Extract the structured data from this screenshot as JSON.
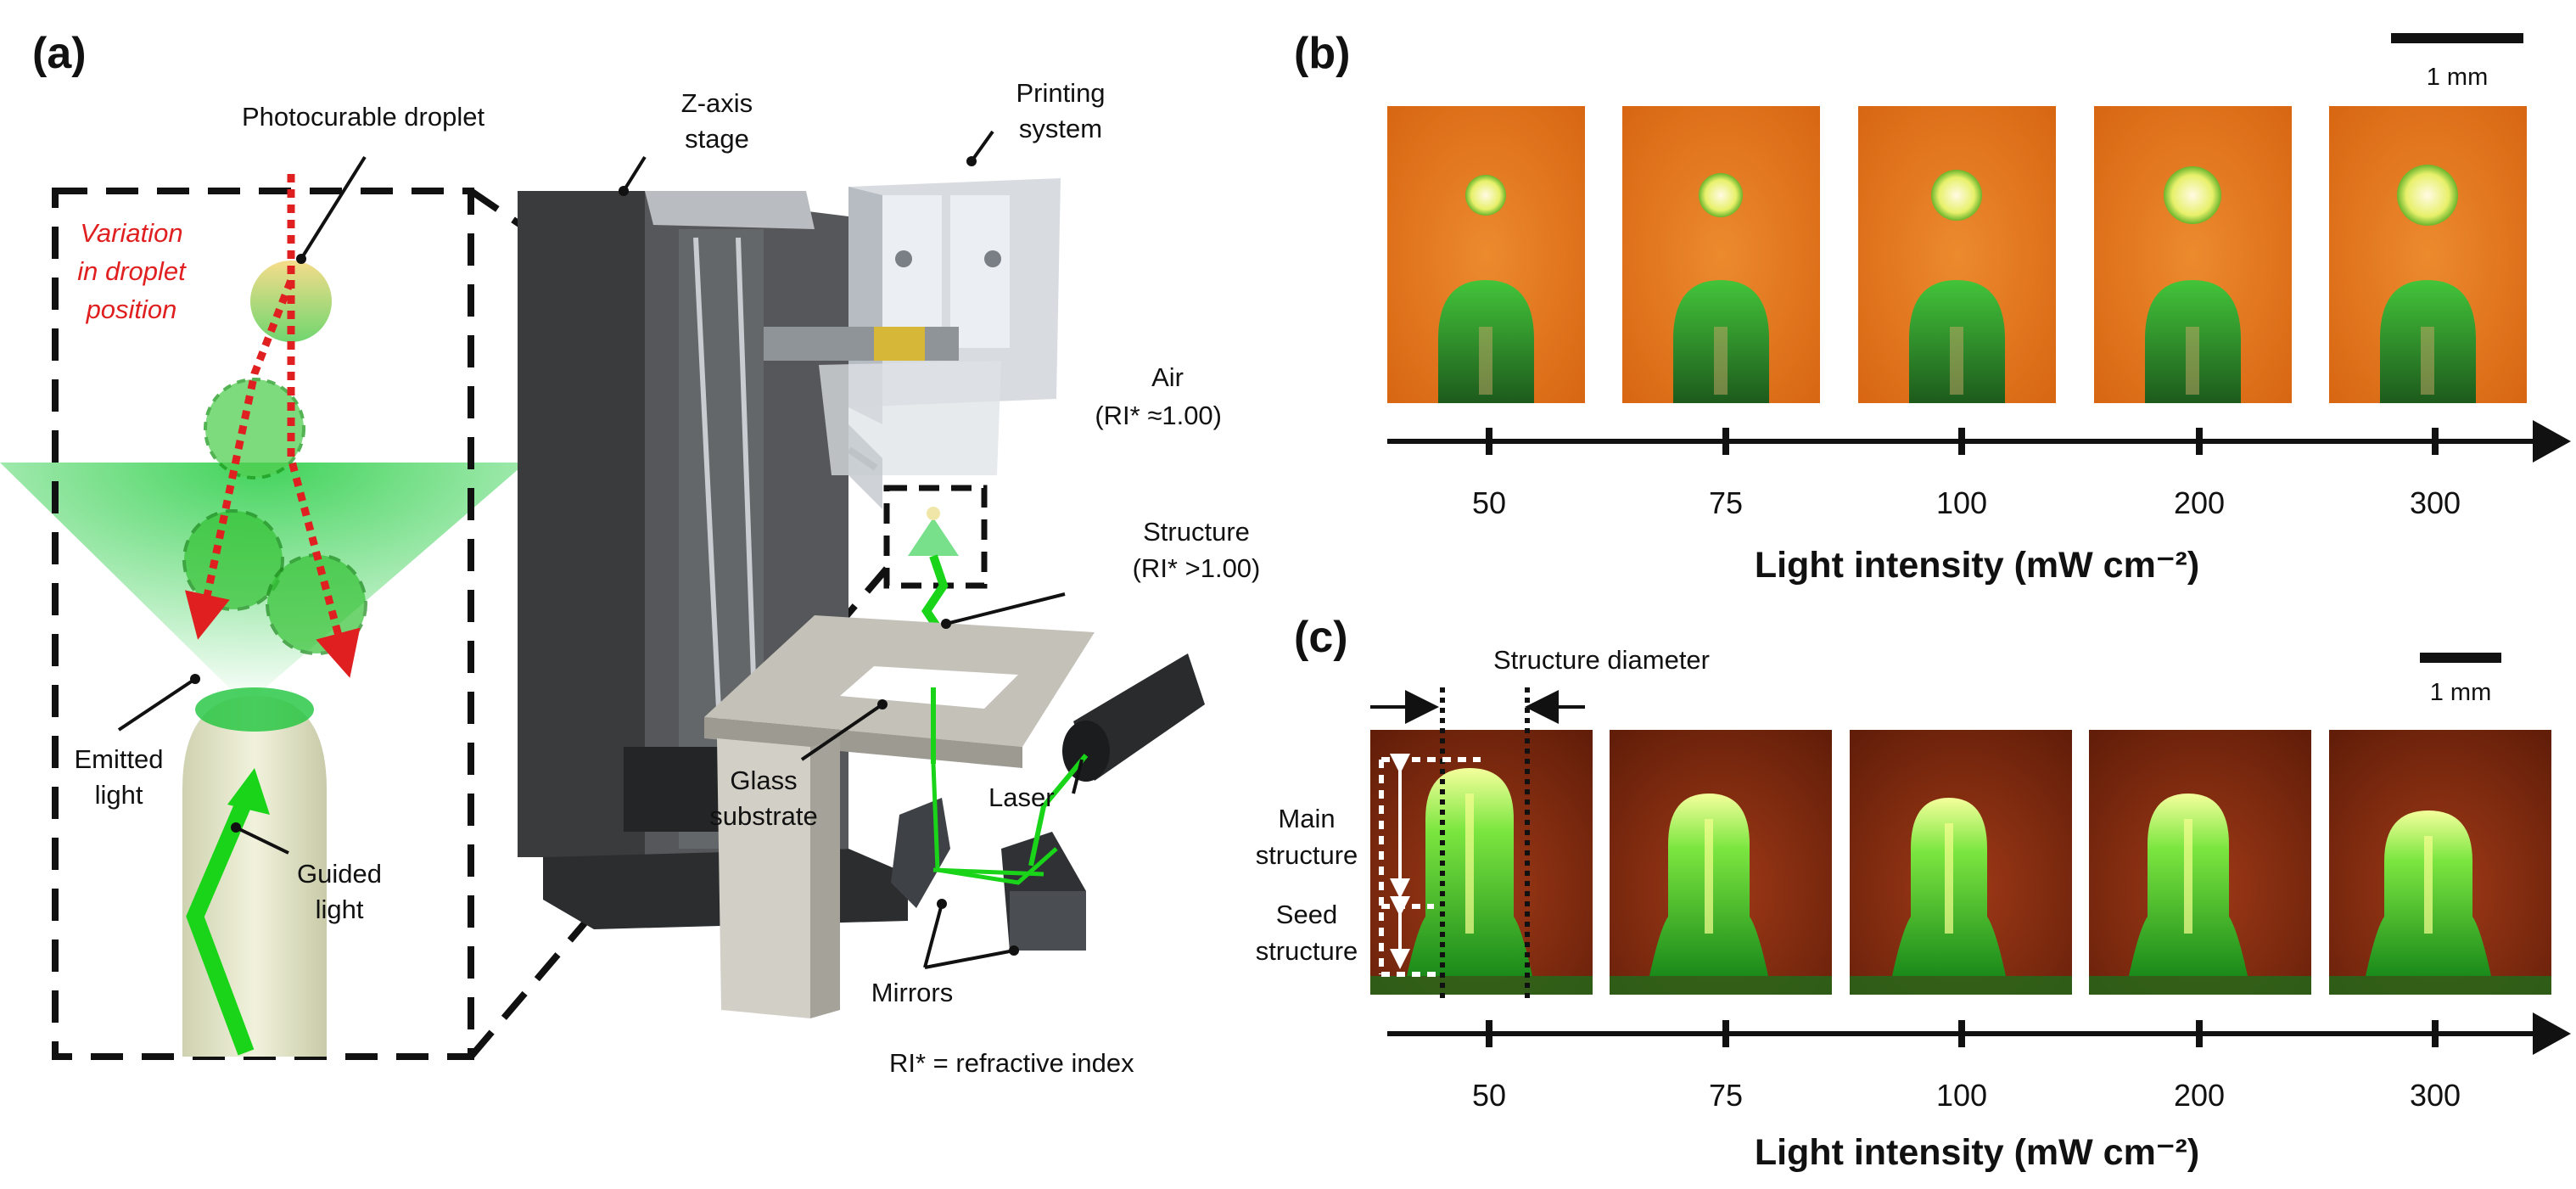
{
  "panels": {
    "a": {
      "letter": "(a)",
      "labels": {
        "photocurable_droplet": "Photocurable droplet",
        "variation_1": "Variation",
        "variation_2": "in droplet",
        "variation_3": "position",
        "emitted_1": "Emitted",
        "emitted_2": "light",
        "guided_1": "Guided",
        "guided_2": "light",
        "zaxis_1": "Z-axis",
        "zaxis_2": "stage",
        "printing_1": "Printing",
        "printing_2": "system",
        "air_1": "Air",
        "air_2": "(RI* ≈1.00)",
        "structure_1": "Structure",
        "structure_2": "(RI* >1.00)",
        "glass_1": "Glass",
        "glass_2": "substrate",
        "laser": "Laser",
        "mirrors": "Mirrors",
        "footnote": "RI* = refractive index"
      },
      "colors": {
        "dashed_red": "#e02020",
        "green": "#19d419",
        "frame": "#111111"
      }
    },
    "b": {
      "letter": "(b)",
      "scale_bar": "1 mm",
      "axis_title": "Light intensity (mW cm⁻²)",
      "ticks": [
        "50",
        "75",
        "100",
        "200",
        "300"
      ],
      "photo_background": "#e67a1e"
    },
    "c": {
      "letter": "(c)",
      "scale_bar": "1 mm",
      "diameter_label": "Structure diameter",
      "main_1": "Main",
      "main_2": "structure",
      "seed_1": "Seed",
      "seed_2": "structure",
      "axis_title": "Light intensity (mW cm⁻²)",
      "ticks": [
        "50",
        "75",
        "100",
        "200",
        "300"
      ],
      "photo_background": "#8a2e12"
    }
  }
}
